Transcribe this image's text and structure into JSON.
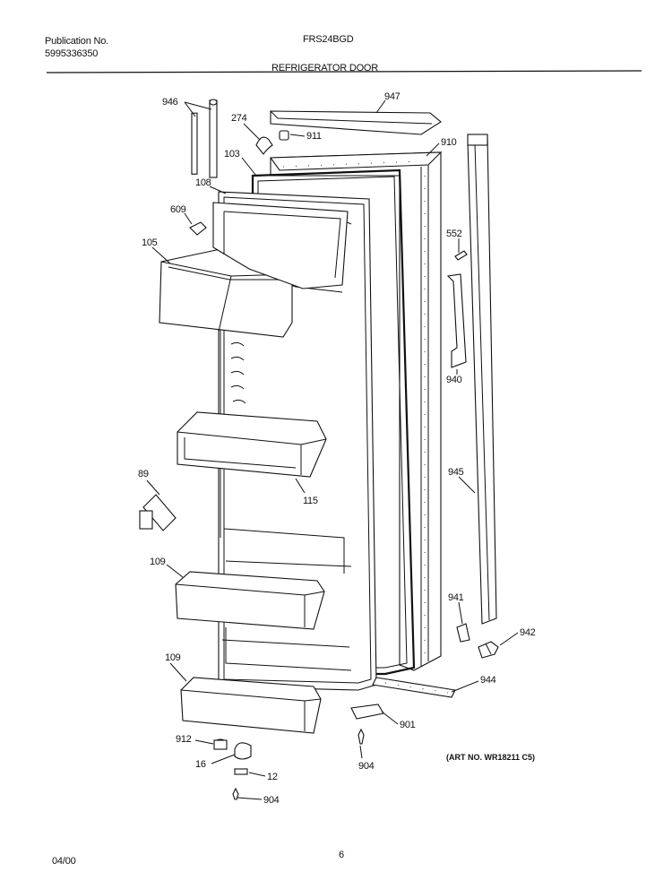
{
  "header": {
    "publication_label": "Publication No.",
    "publication_number": "5995336350",
    "model": "FRS24BGD",
    "section_title": "REFRIGERATOR DOOR"
  },
  "footer": {
    "date": "04/00",
    "page_number": "6"
  },
  "art_number": "(ART NO. WR18211 C5)",
  "parts": [
    {
      "id": "p946a",
      "label": "946"
    },
    {
      "id": "p947",
      "label": "947"
    },
    {
      "id": "p274",
      "label": "274"
    },
    {
      "id": "p911",
      "label": "911"
    },
    {
      "id": "p103",
      "label": "103"
    },
    {
      "id": "p910",
      "label": "910"
    },
    {
      "id": "p108",
      "label": "108"
    },
    {
      "id": "p609",
      "label": "609"
    },
    {
      "id": "p552",
      "label": "552"
    },
    {
      "id": "p105",
      "label": "105"
    },
    {
      "id": "p940",
      "label": "940"
    },
    {
      "id": "p89",
      "label": "89"
    },
    {
      "id": "p945",
      "label": "945"
    },
    {
      "id": "p115",
      "label": "115"
    },
    {
      "id": "p109a",
      "label": "109"
    },
    {
      "id": "p941",
      "label": "941"
    },
    {
      "id": "p942",
      "label": "942"
    },
    {
      "id": "p109b",
      "label": "109"
    },
    {
      "id": "p944",
      "label": "944"
    },
    {
      "id": "p901",
      "label": "901"
    },
    {
      "id": "p912",
      "label": "912"
    },
    {
      "id": "p16",
      "label": "16"
    },
    {
      "id": "p904a",
      "label": "904"
    },
    {
      "id": "p12",
      "label": "12"
    },
    {
      "id": "p904b",
      "label": "904"
    }
  ]
}
